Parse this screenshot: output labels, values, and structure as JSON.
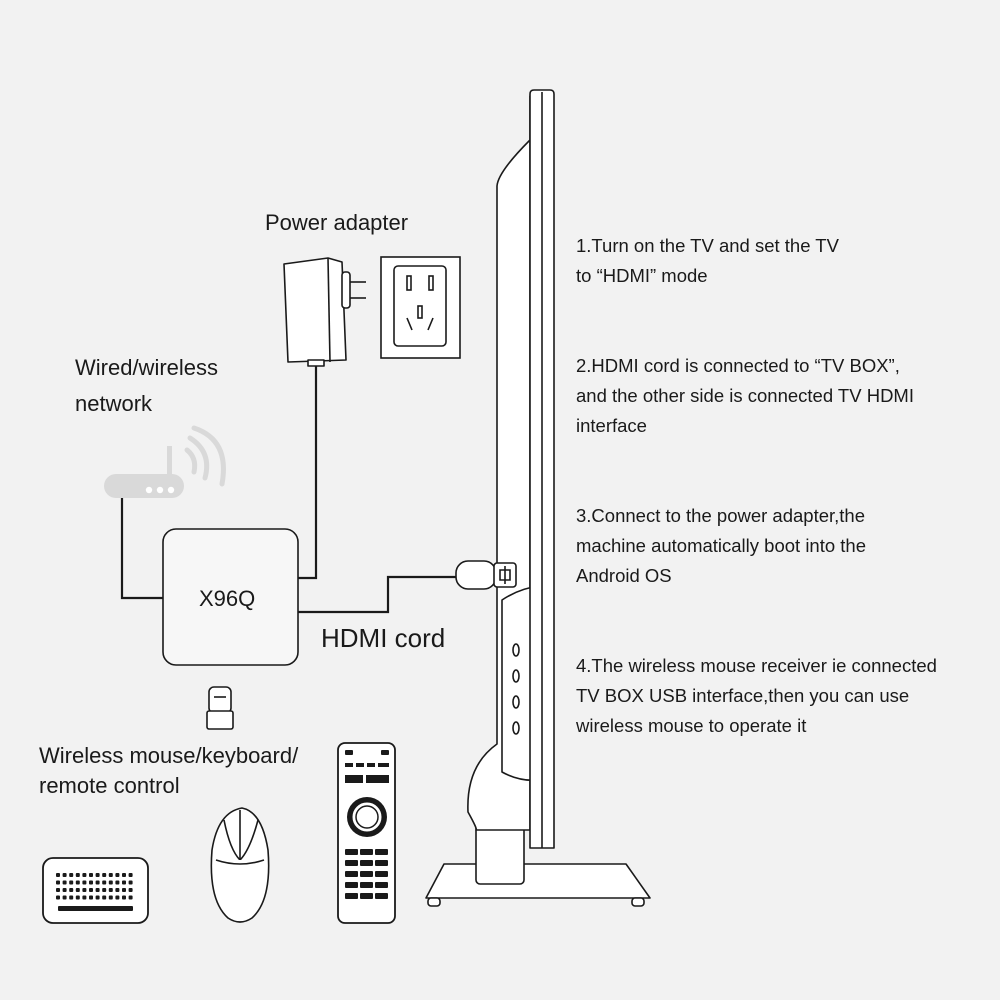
{
  "labels": {
    "power_adapter": "Power adapter",
    "network_line1": "Wired/wireless",
    "network_line2": "network",
    "box_name": "X96Q",
    "hdmi_cord": "HDMI cord",
    "peripherals_line1": "Wireless mouse/keyboard/",
    "peripherals_line2": "remote control"
  },
  "steps": [
    {
      "lines": [
        "1.Turn on the TV and set the TV",
        "to “HDMI” mode"
      ]
    },
    {
      "lines": [
        "2.HDMI cord is connected to “TV BOX”,",
        "and the other side is connected TV HDMI",
        "interface"
      ]
    },
    {
      "lines": [
        "3.Connect to the power adapter,the",
        "machine automatically boot into the",
        "Android OS"
      ]
    },
    {
      "lines": [
        "4.The wireless mouse receiver ie connected",
        "TV BOX USB interface,then you can use",
        "wireless mouse to operate it"
      ]
    }
  ],
  "icons": [
    "power-adapter-icon",
    "wall-socket-icon",
    "router-icon",
    "wifi-signal-icon",
    "tv-box-icon",
    "usb-receiver-icon",
    "hdmi-plug-icon",
    "tv-side-icon",
    "keyboard-icon",
    "mouse-icon",
    "remote-control-icon"
  ],
  "colors": {
    "background": "#f2f2f2",
    "line": "#1a1a1a",
    "router": "#d9d9d9"
  }
}
